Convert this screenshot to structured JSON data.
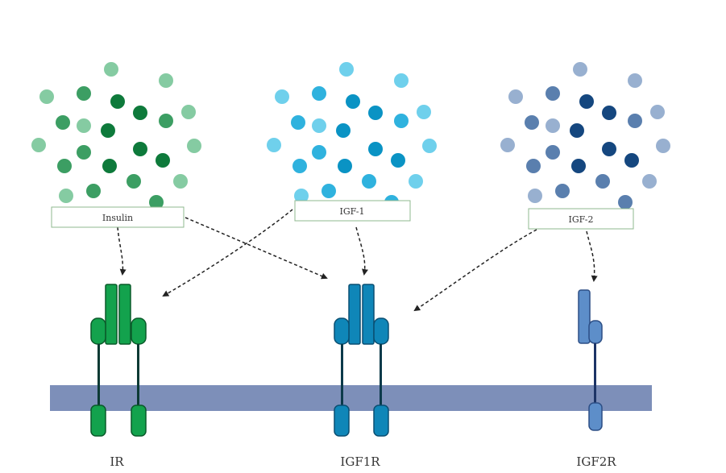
{
  "ligands": [
    {
      "id": "insulin",
      "label": "Insulin",
      "color_dark": "#0e7a3b",
      "color_mid": "#3c9e63",
      "color_light": "#85cba2"
    },
    {
      "id": "igf1",
      "label": "IGF-1",
      "color_dark": "#0a93c4",
      "color_mid": "#2fb2de",
      "color_light": "#6fd0ec"
    },
    {
      "id": "igf2",
      "label": "IGF-2",
      "color_dark": "#15477f",
      "color_mid": "#5a7fae",
      "color_light": "#98b0d0"
    }
  ],
  "receptors": [
    {
      "id": "ir",
      "label": "IR",
      "fill": "#13a24d",
      "stroke": "#0a5a2a",
      "stem": "#0c3a34"
    },
    {
      "id": "igf1r",
      "label": "IGF1R",
      "fill": "#0f86b8",
      "stroke": "#0a4f72",
      "stem": "#0c3a4a"
    },
    {
      "id": "igf2r",
      "label": "IGF2R",
      "fill": "#5d8ec9",
      "stroke": "#2d4f86",
      "stem": "#1d3466"
    }
  ],
  "membrane": {
    "color": "#7d8fb9"
  },
  "colors": {
    "arrow": "#222222",
    "label_box_border": "#8fb88f"
  }
}
